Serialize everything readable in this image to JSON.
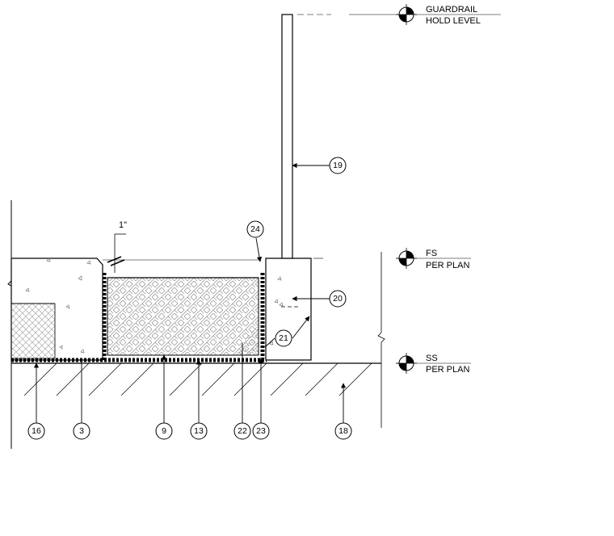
{
  "levels": {
    "guardrail": {
      "line1": "GUARDRAIL",
      "line2": "HOLD LEVEL"
    },
    "fs": {
      "line1": "FS",
      "line2": "PER PLAN"
    },
    "ss": {
      "line1": "SS",
      "line2": "PER PLAN"
    }
  },
  "dimension": {
    "gap": "1\""
  },
  "callouts": {
    "c16": "16",
    "c3": "3",
    "c9": "9",
    "c13": "13",
    "c22": "22",
    "c23": "23",
    "c18": "18",
    "c19": "19",
    "c20": "20",
    "c21": "21",
    "c24": "24"
  }
}
